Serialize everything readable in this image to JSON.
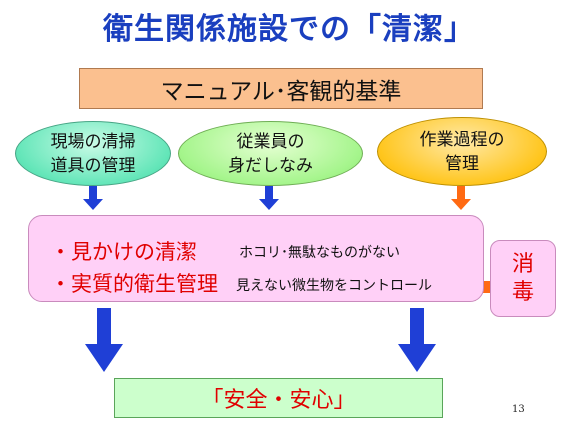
{
  "slide": {
    "title": "衛生関係施設での「清潔」",
    "manual": "マニュアル･客観的基準",
    "factors": [
      {
        "label": "現場の清掃\n道具の管理"
      },
      {
        "label": "従業員の\n身だしなみ"
      },
      {
        "label": "作業過程の\n管理"
      }
    ],
    "center": {
      "bullet1": "・見かけの清潔",
      "bullet2": "・実質的衛生管理",
      "note1": "ホコリ･無駄なものがない",
      "note2": "見えない微生物をコントロール"
    },
    "disinfect": "消\n毒",
    "result": "「安全・安心」",
    "page_number": "13"
  },
  "colors": {
    "title": "#1a3fbf",
    "manual_bg": "#fbc08f",
    "factor1_bg": "#64e6b9",
    "factor2_bg": "#a5f58c",
    "factor3_bg": "#ffc61e",
    "center_bg": "#ffd0f7",
    "result_bg": "#ccffcc",
    "emphasis_text": "#e00000",
    "arrow_blue": "#1f3fd6",
    "arrow_orange": "#ff6a13"
  }
}
